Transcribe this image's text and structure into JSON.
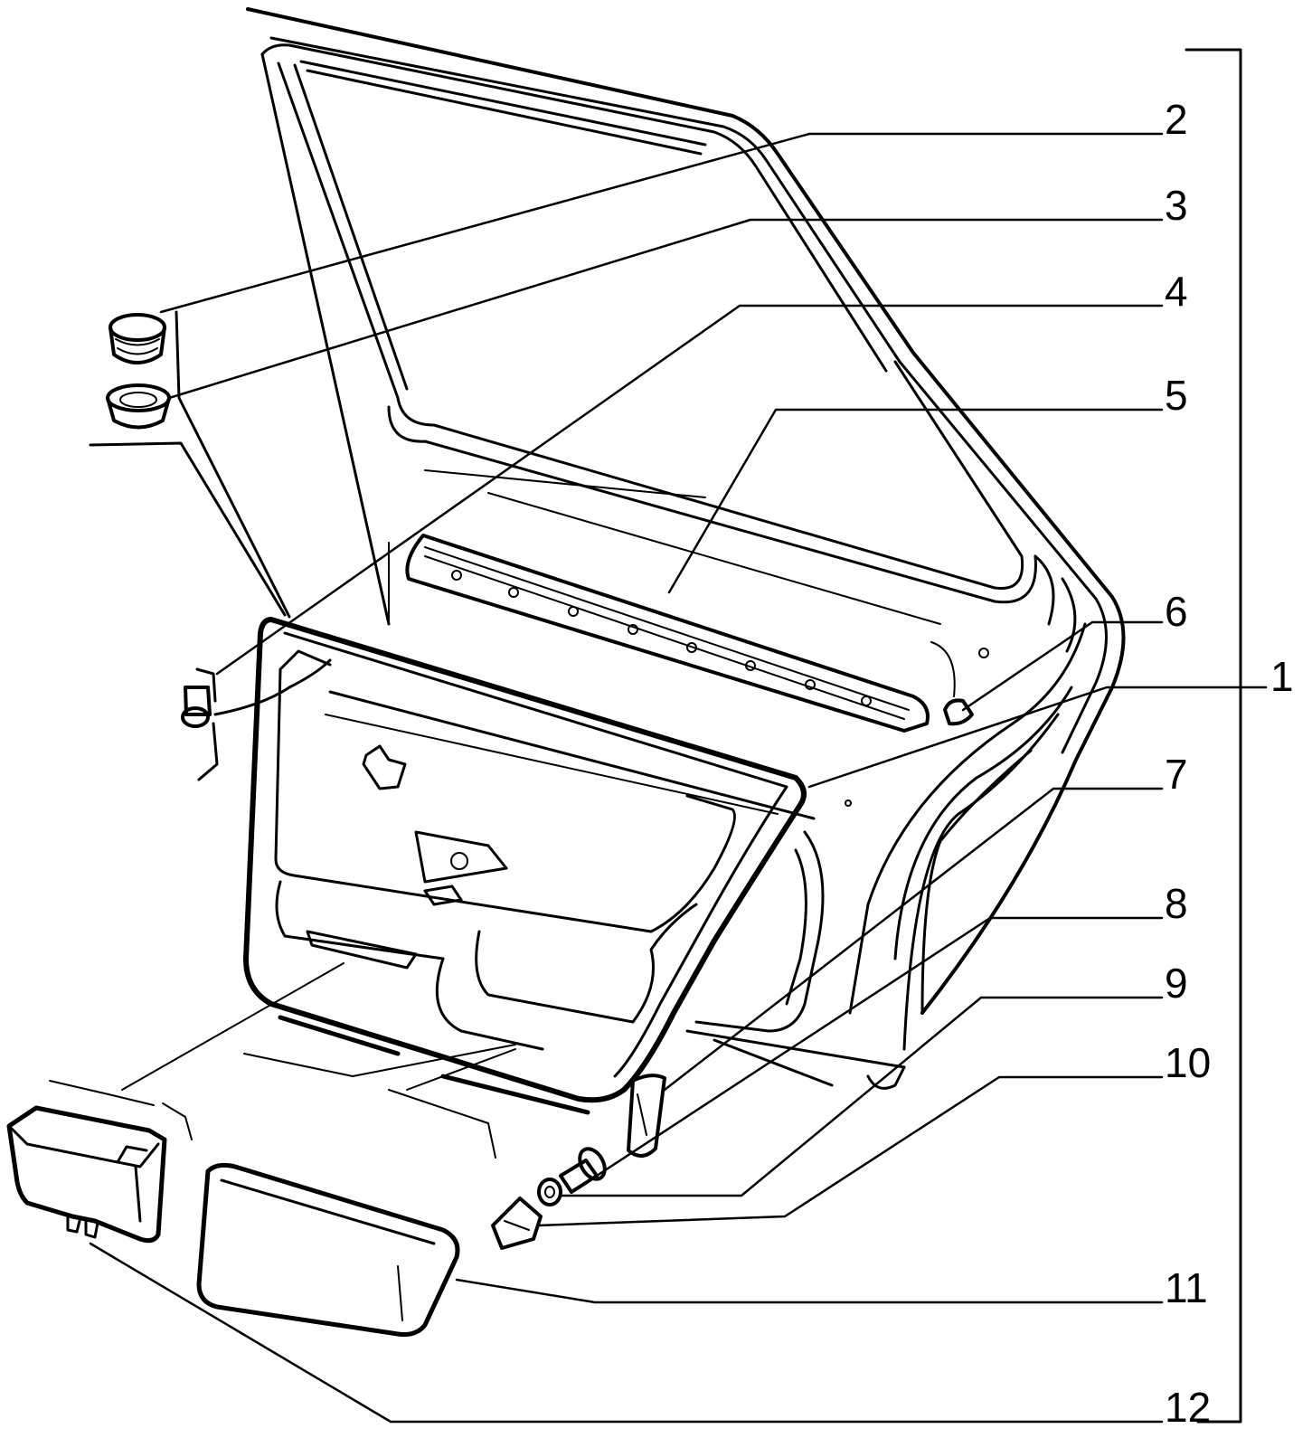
{
  "callouts": [
    {
      "id": "callout-1",
      "text": "1"
    },
    {
      "id": "callout-2",
      "text": "2"
    },
    {
      "id": "callout-3",
      "text": "3"
    },
    {
      "id": "callout-4",
      "text": "4"
    },
    {
      "id": "callout-5",
      "text": "5"
    },
    {
      "id": "callout-6",
      "text": "6"
    },
    {
      "id": "callout-7",
      "text": "7"
    },
    {
      "id": "callout-8",
      "text": "8"
    },
    {
      "id": "callout-9",
      "text": "9"
    },
    {
      "id": "callout-10",
      "text": "10"
    },
    {
      "id": "callout-11",
      "text": "11"
    },
    {
      "id": "callout-12",
      "text": "12"
    }
  ]
}
